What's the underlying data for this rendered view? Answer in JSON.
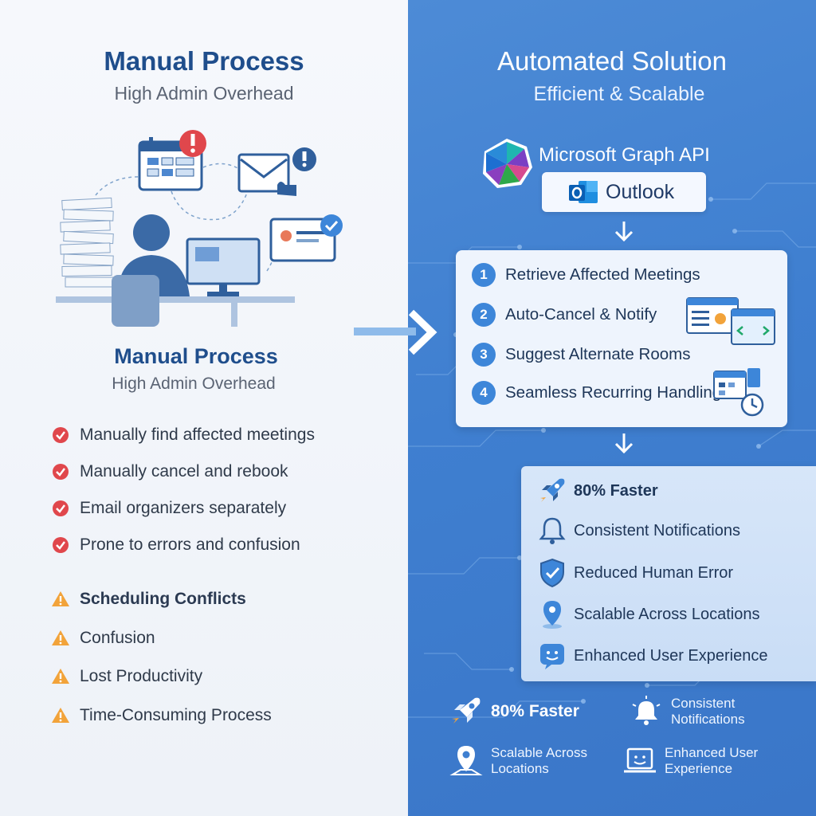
{
  "left": {
    "title": "Manual Process",
    "subtitle": "High Admin Overhead",
    "title2": "Manual Process",
    "subtitle2": "High Admin Overhead",
    "problems": [
      "Manually find affected meetings",
      "Manually cancel and rebook",
      "Email organizers separately",
      "Prone to errors and confusion"
    ],
    "impacts": [
      "Scheduling Conflicts",
      "Confusion",
      "Lost Productivity",
      "Time-Consuming Process"
    ]
  },
  "right": {
    "title": "Automated Solution",
    "subtitle": "Efficient & Scalable",
    "api_label": "Microsoft Graph API",
    "outlook_label": "Outlook",
    "steps": [
      {
        "num": "1",
        "label": "Retrieve Affected Meetings"
      },
      {
        "num": "2",
        "label": "Auto-Cancel & Notify"
      },
      {
        "num": "3",
        "label": "Suggest Alternate Rooms"
      },
      {
        "num": "4",
        "label": "Seamless Recurring Handling"
      }
    ],
    "benefits": [
      {
        "label": "80% Faster",
        "icon": "rocket-icon"
      },
      {
        "label": "Consistent Notifications",
        "icon": "bell-icon"
      },
      {
        "label": "Reduced Human Error",
        "icon": "shield-check-icon"
      },
      {
        "label": "Scalable Across Locations",
        "icon": "location-pin-icon"
      },
      {
        "label": "Enhanced User Experience",
        "icon": "smiley-chat-icon"
      }
    ],
    "bottom": [
      {
        "label": "80% Faster",
        "icon": "rocket-icon"
      },
      {
        "label": "Consistent\nNotifications",
        "icon": "bell-icon"
      },
      {
        "label": "Scalable Across\nLocations",
        "icon": "location-pin-icon"
      },
      {
        "label": "Enhanced User\nExperience",
        "icon": "laptop-smiley-icon"
      }
    ]
  },
  "colors": {
    "left_title": "#1f4e8c",
    "right_bg": "#3f7fd0",
    "error_red": "#e0474c",
    "warning_orange": "#f2a33a",
    "step_blue": "#3d86d9"
  }
}
